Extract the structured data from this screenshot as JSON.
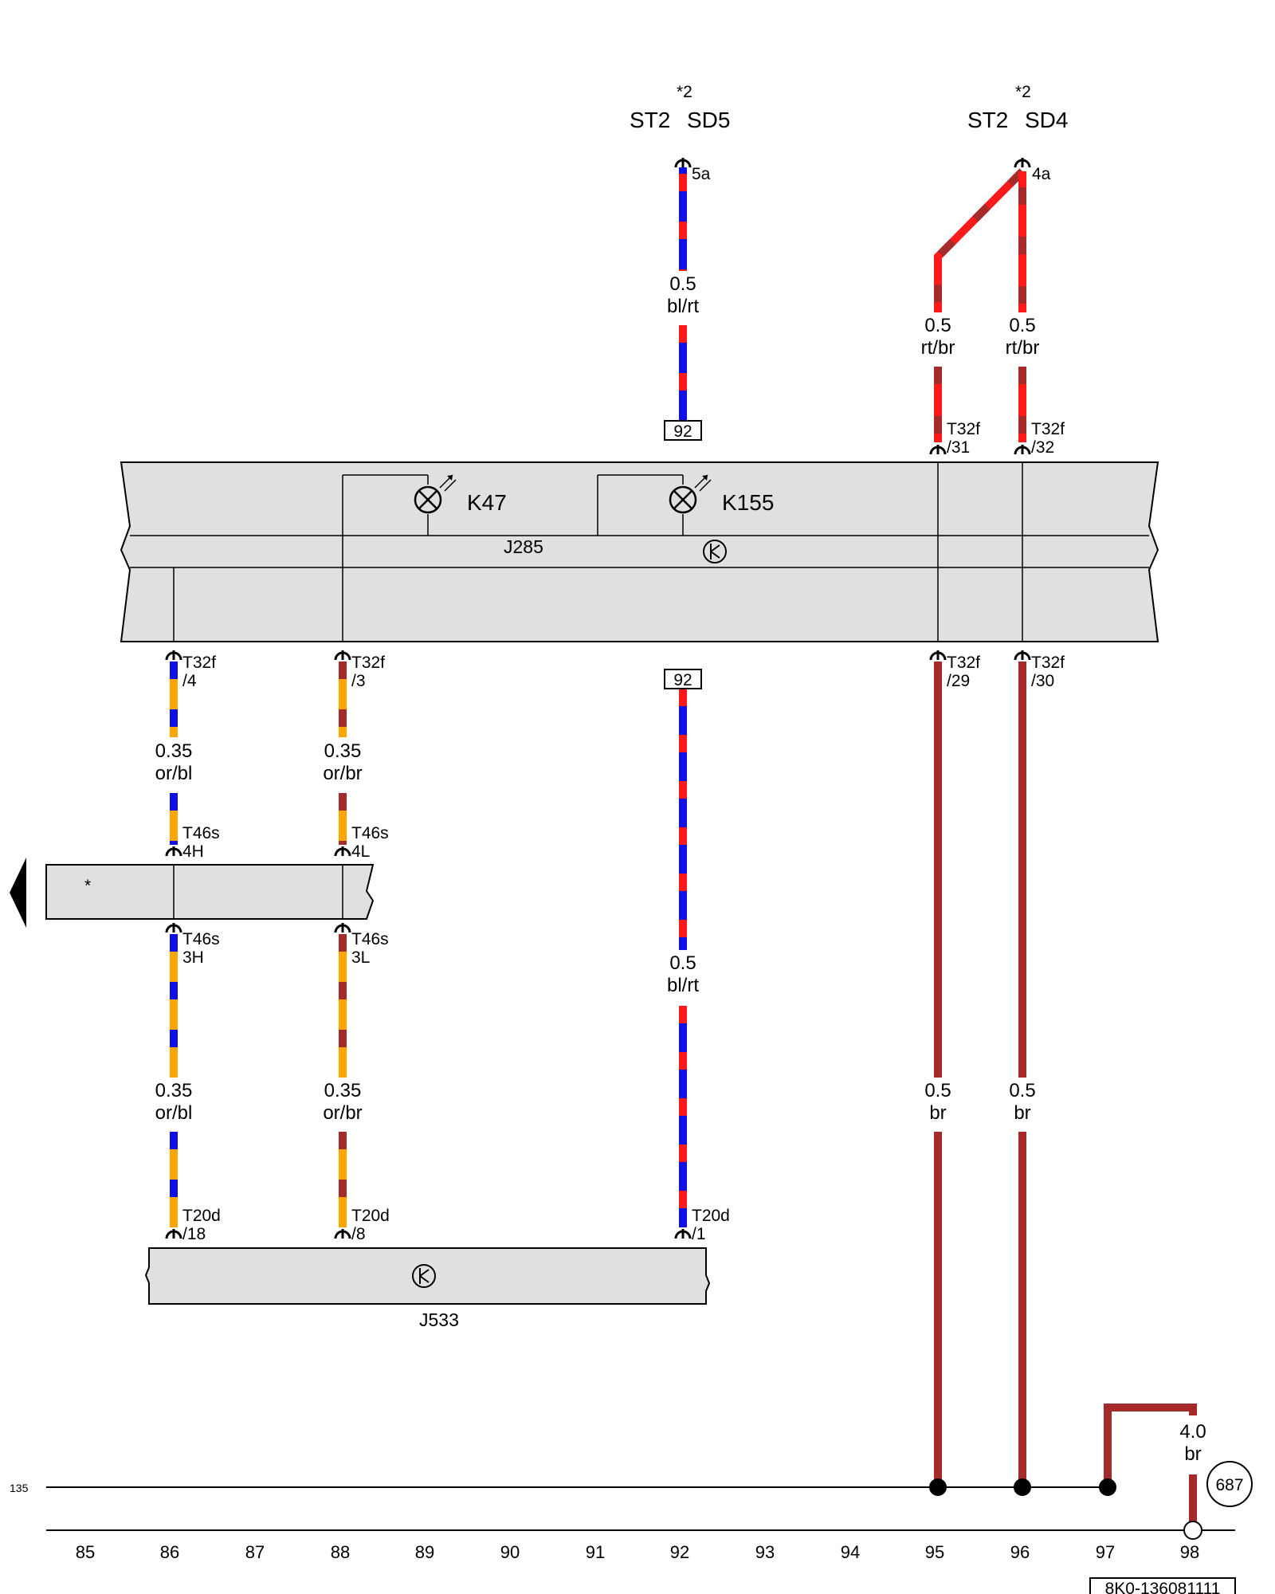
{
  "top_labels": {
    "mark_left": "*2",
    "st2_left": "ST2",
    "sd5": "SD5",
    "mark_right": "*2",
    "st2_right": "ST2",
    "sd4": "SD4",
    "pin_5a": "5a",
    "pin_4a": "4a"
  },
  "wires": {
    "w1_gauge": "0.5",
    "w1_color": "bl/rt",
    "w2_gauge": "0.5",
    "w2_color": "rt/br",
    "w3_gauge": "0.5",
    "w3_color": "rt/br",
    "w4_gauge": "0.35",
    "w4_color": "or/bl",
    "w5_gauge": "0.35",
    "w5_color": "or/br",
    "w6_gauge": "0.5",
    "w6_color": "bl/rt",
    "w7_gauge": "0.35",
    "w7_color": "or/bl",
    "w8_gauge": "0.35",
    "w8_color": "or/br",
    "w9_gauge": "0.5",
    "w9_color": "br",
    "w10_gauge": "0.5",
    "w10_color": "br",
    "w11_gauge": "4.0",
    "w11_color": "br"
  },
  "refs": {
    "top": "92",
    "bottom": "92",
    "circle": "687"
  },
  "connectors": {
    "t32f_31": {
      "name": "T32f",
      "pin": "/31"
    },
    "t32f_32": {
      "name": "T32f",
      "pin": "/32"
    },
    "t32f_4": {
      "name": "T32f",
      "pin": "/4"
    },
    "t32f_3": {
      "name": "T32f",
      "pin": "/3"
    },
    "t32f_29": {
      "name": "T32f",
      "pin": "/29"
    },
    "t32f_30": {
      "name": "T32f",
      "pin": "/30"
    },
    "t46s_4h": {
      "name": "T46s",
      "pin": "4H"
    },
    "t46s_4l": {
      "name": "T46s",
      "pin": "4L"
    },
    "t46s_3h": {
      "name": "T46s",
      "pin": "3H"
    },
    "t46s_3l": {
      "name": "T46s",
      "pin": "3L"
    },
    "t20d_18": {
      "name": "T20d",
      "pin": "/18"
    },
    "t20d_8": {
      "name": "T20d",
      "pin": "/8"
    },
    "t20d_1": {
      "name": "T20d",
      "pin": "/1"
    }
  },
  "components": {
    "k47": "K47",
    "k155": "K155",
    "j285": "J285",
    "j533": "J533",
    "bus_star": "*"
  },
  "ground": {
    "label": "135"
  },
  "grid": [
    "85",
    "86",
    "87",
    "88",
    "89",
    "90",
    "91",
    "92",
    "93",
    "94",
    "95",
    "96",
    "97",
    "98"
  ],
  "footer": {
    "code": "8K0-136081111"
  },
  "colors": {
    "bl": "#1010e6",
    "rt": "#ff1a1a",
    "br": "#a52a2a",
    "or": "#ffa500",
    "module_fill": "#e0e0e0"
  }
}
